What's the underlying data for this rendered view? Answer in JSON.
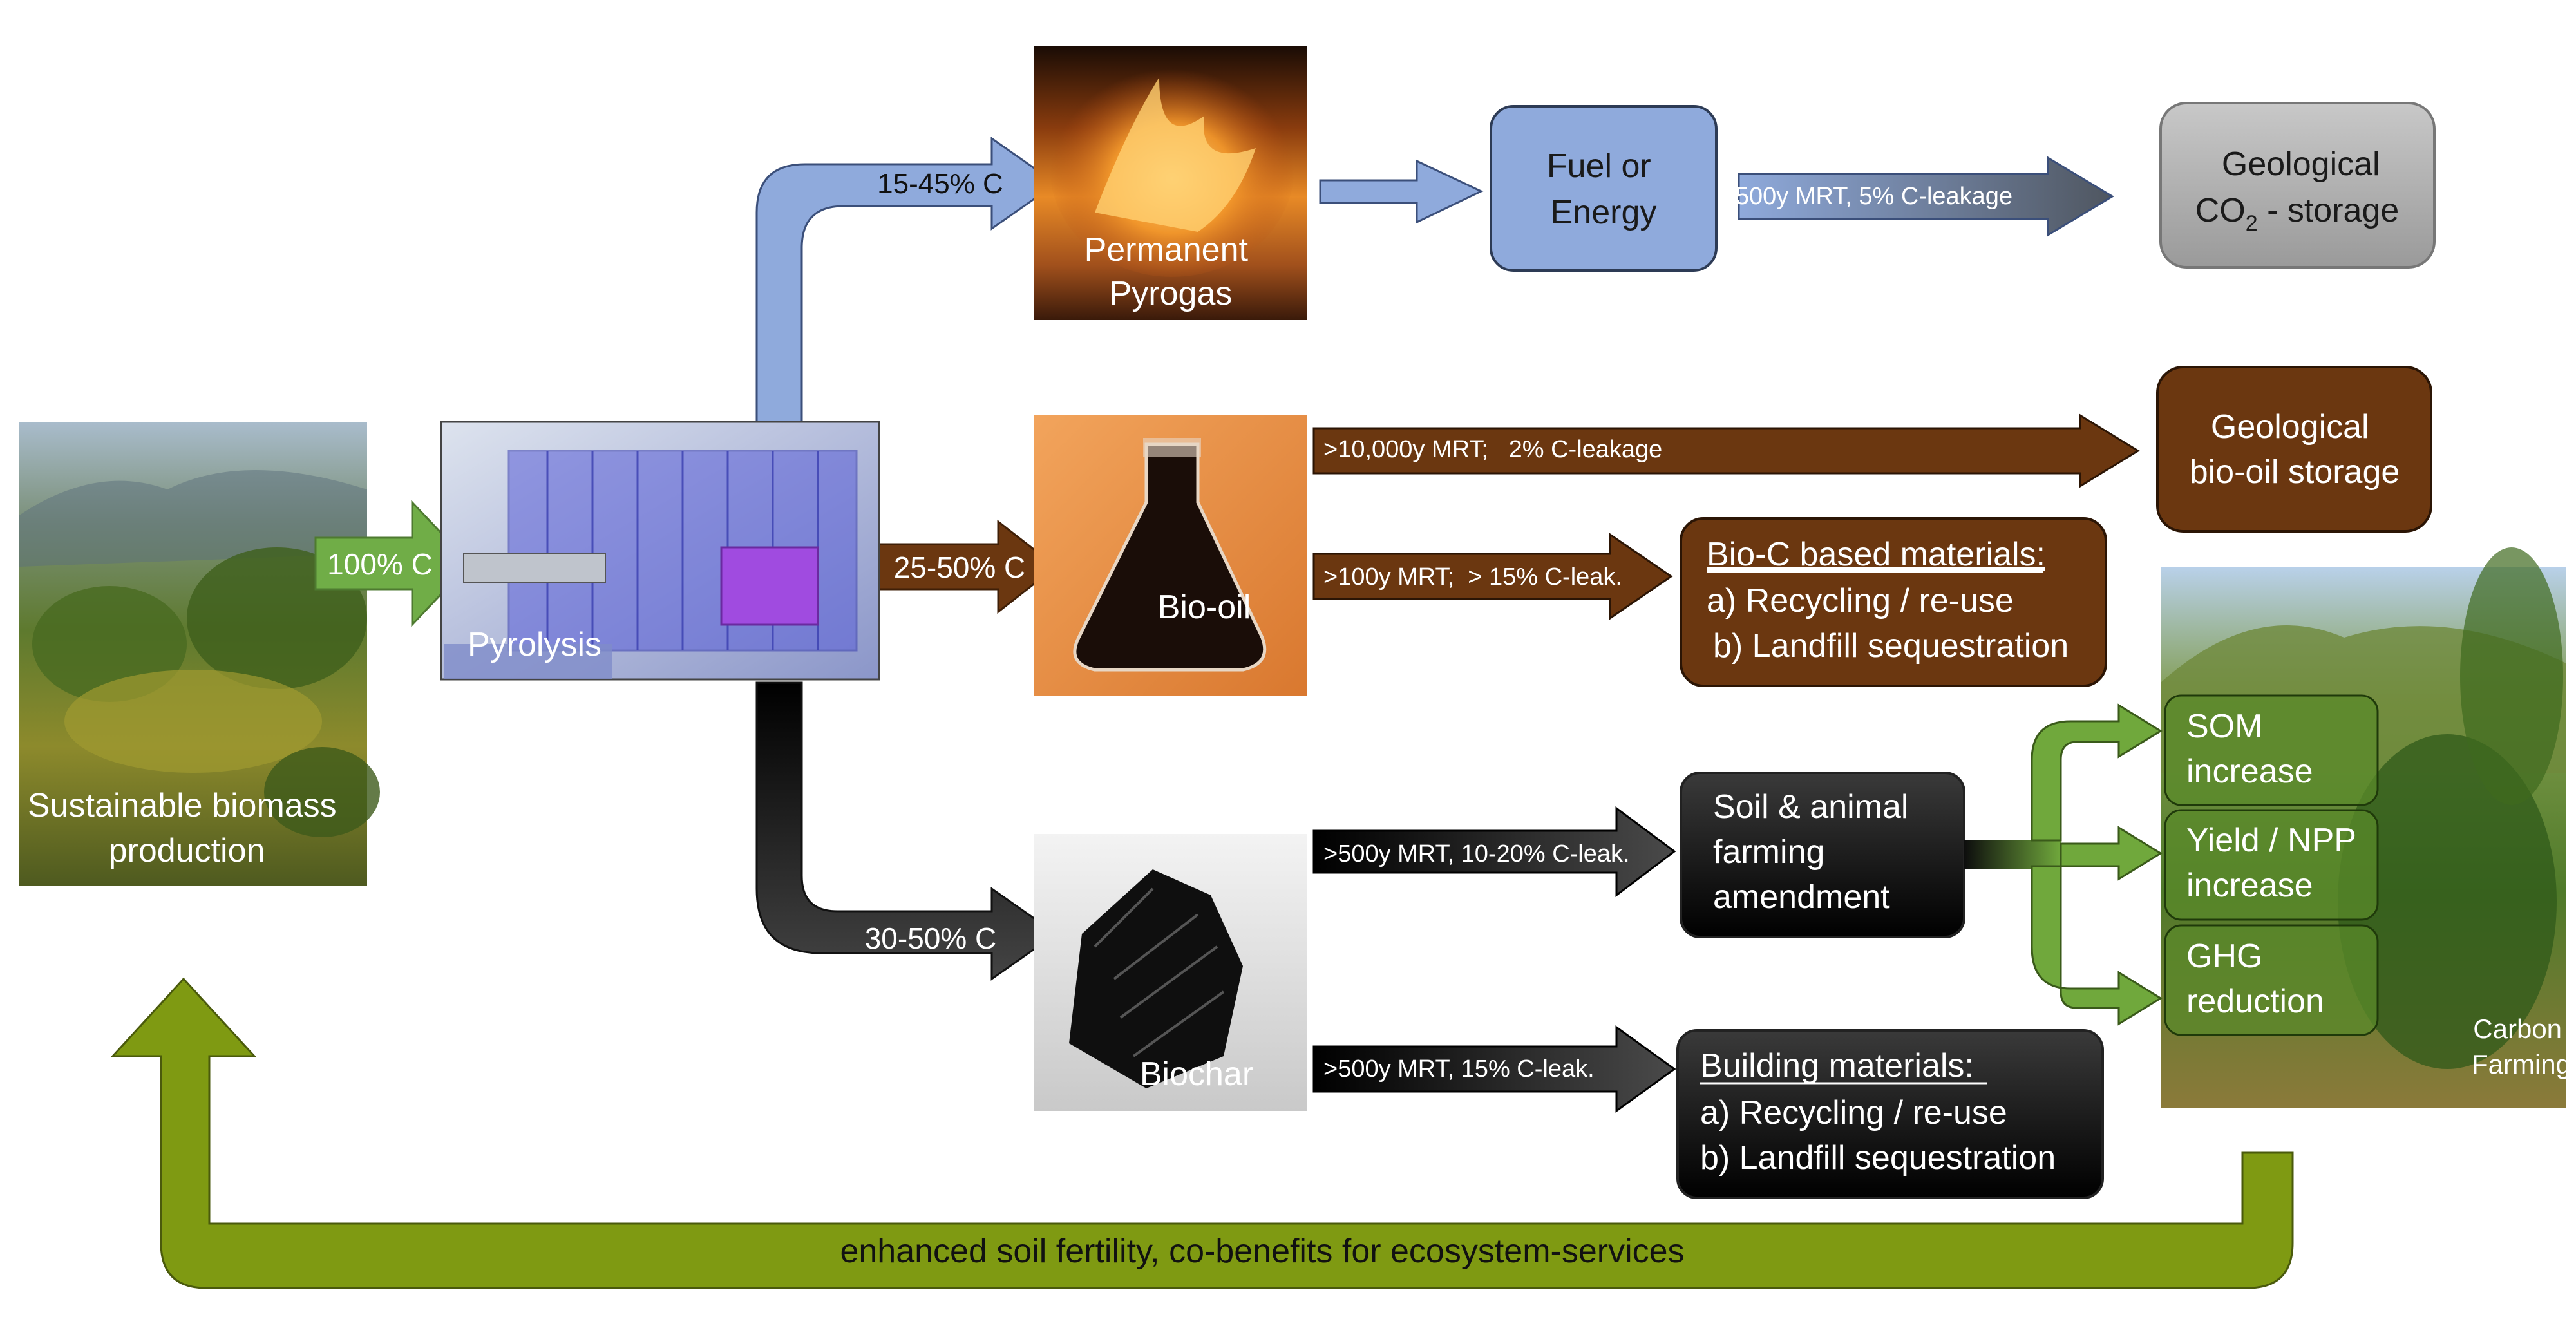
{
  "source": {
    "label": "Sustainable biomass production"
  },
  "pyrolysis": {
    "label": "Pyrolysis",
    "input_arrow": "100% C"
  },
  "branches": {
    "gas": {
      "fraction": "15-45% C",
      "product": "Permanent Pyrogas",
      "next_box": "Fuel or Energy",
      "arrow_to_storage": "500y MRT, 5% C-leakage",
      "storage": "Geological CO₂ - storage"
    },
    "oil": {
      "fraction": "25-50% C",
      "product": "Bio-oil",
      "arrow_geo": ">10,000y MRT;   2% C-leakage",
      "geo_storage": "Geological bio-oil storage",
      "arrow_mat": ">100y MRT;  > 15% C-leak.",
      "materials_title": "Bio-C based materials:",
      "materials_a": "a) Recycling / re-use",
      "materials_b": "b) Landfill sequestration"
    },
    "char": {
      "fraction": "30-50% C",
      "product": "Biochar",
      "arrow_soil": ">500y MRT, 10-20% C-leak.",
      "soil_box": "Soil & animal farming amendment",
      "arrow_build": ">500y MRT, 15% C-leak.",
      "build_title": "Building materials:",
      "build_a": "a) Recycling / re-use",
      "build_b": "b) Landfill sequestration"
    }
  },
  "outcomes": {
    "som": "SOM increase",
    "yield": "Yield / NPP increase",
    "ghg": "GHG reduction",
    "photo_label": "Carbon Farming"
  },
  "feedback": "enhanced soil fertility, co-benefits for ecosystem-services",
  "colors": {
    "blue": "#8faadc",
    "brown": "#6b3710",
    "black": "#0d0d0d",
    "green": "#70a83c",
    "olive": "#7f9a12",
    "grey": "#a6a6a6"
  }
}
